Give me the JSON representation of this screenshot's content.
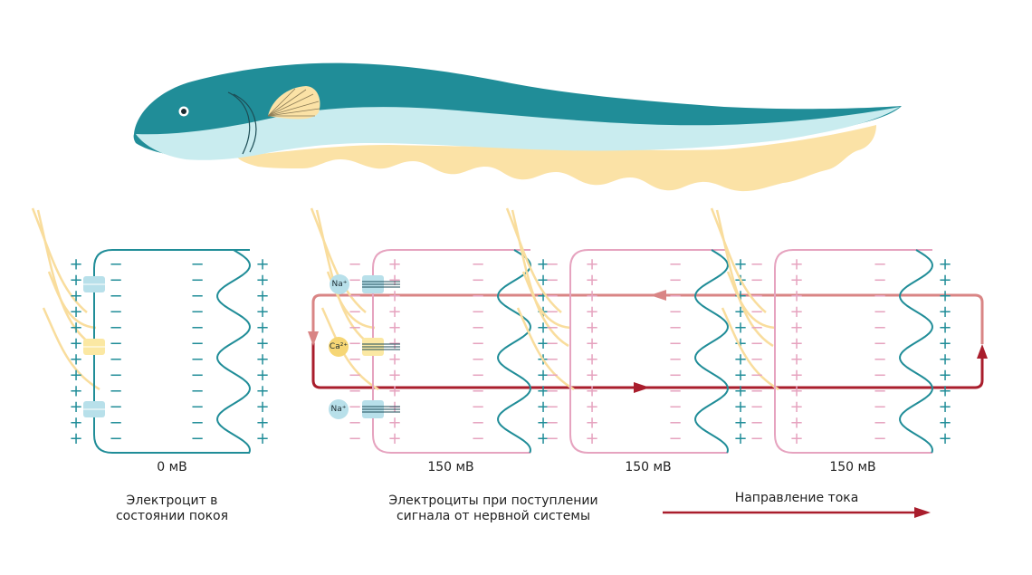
{
  "colors": {
    "teal": "#208d98",
    "teal_light": "#c9ecef",
    "sand": "#fbe2a6",
    "pink": "#e6a3bf",
    "pink_light": "#eaa4c1",
    "dark_red": "#a91d2c",
    "soft_red": "#d98585",
    "channel_blue": "#b8e0ea",
    "channel_yellow": "#fbe8a3",
    "nerve": "#f9dd9d"
  },
  "labels": {
    "voltage_rest": "0 мВ",
    "voltage_active": [
      "150 мВ",
      "150 мВ",
      "150 мВ"
    ],
    "caption_rest": [
      "Электроцит в",
      "состоянии покоя"
    ],
    "caption_active": [
      "Электроциты при поступлении",
      "сигнала от нервной системы"
    ],
    "caption_current": "Направление тока",
    "ion_na": "Na⁺",
    "ion_ca": "Ca²⁺",
    "plus": "+",
    "minus": "−"
  }
}
